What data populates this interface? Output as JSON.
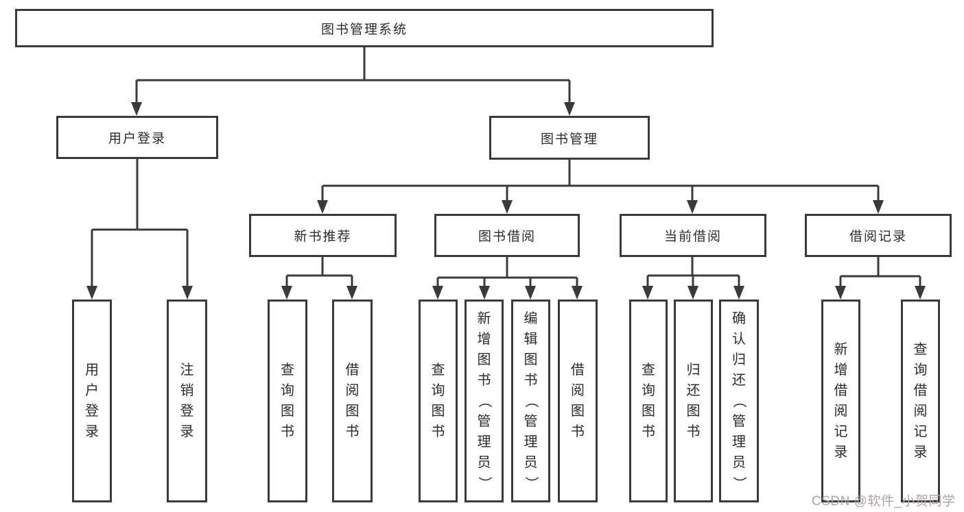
{
  "diagram": {
    "title": "图书管理系统",
    "watermark": "CSDN @软件_小贺同学",
    "colors": {
      "background": "#ffffff",
      "line": "#3a3a3a",
      "box_border": "#3a3a3a",
      "text": "#2b2b2b",
      "watermark": "#b3a0a0"
    },
    "nodes": [
      {
        "id": "root",
        "label": "图书管理系统",
        "orientation": "horizontal",
        "parent": null
      },
      {
        "id": "user-login",
        "label": "用户登录",
        "orientation": "horizontal",
        "parent": "root"
      },
      {
        "id": "book-mgmt",
        "label": "图书管理",
        "orientation": "horizontal",
        "parent": "root"
      },
      {
        "id": "new-book-rec",
        "label": "新书推荐",
        "orientation": "horizontal",
        "parent": "book-mgmt"
      },
      {
        "id": "book-borrow",
        "label": "图书借阅",
        "orientation": "horizontal",
        "parent": "book-mgmt"
      },
      {
        "id": "current-borrow",
        "label": "当前借阅",
        "orientation": "horizontal",
        "parent": "book-mgmt"
      },
      {
        "id": "borrow-record",
        "label": "借阅记录",
        "orientation": "horizontal",
        "parent": "book-mgmt"
      },
      {
        "id": "login-leaf",
        "label": "用户登录",
        "orientation": "vertical",
        "parent": "user-login"
      },
      {
        "id": "logout-leaf",
        "label": "注销登录",
        "orientation": "vertical",
        "parent": "user-login"
      },
      {
        "id": "nb-query",
        "label": "查询图书",
        "orientation": "vertical",
        "parent": "new-book-rec"
      },
      {
        "id": "nb-borrow",
        "label": "借阅图书",
        "orientation": "vertical",
        "parent": "new-book-rec"
      },
      {
        "id": "bb-query",
        "label": "查询图书",
        "orientation": "vertical",
        "parent": "book-borrow"
      },
      {
        "id": "bb-add",
        "label": "新增图书（管理员）",
        "orientation": "vertical",
        "parent": "book-borrow"
      },
      {
        "id": "bb-edit",
        "label": "编辑图书（管理员）",
        "orientation": "vertical",
        "parent": "book-borrow"
      },
      {
        "id": "bb-borrow",
        "label": "借阅图书",
        "orientation": "vertical",
        "parent": "book-borrow"
      },
      {
        "id": "cb-query",
        "label": "查询图书",
        "orientation": "vertical",
        "parent": "current-borrow"
      },
      {
        "id": "cb-return",
        "label": "归还图书",
        "orientation": "vertical",
        "parent": "current-borrow"
      },
      {
        "id": "cb-confirm",
        "label": "确认归还（管理员）",
        "orientation": "vertical",
        "parent": "current-borrow"
      },
      {
        "id": "br-add",
        "label": "新增借阅记录",
        "orientation": "vertical",
        "parent": "borrow-record"
      },
      {
        "id": "br-query",
        "label": "查询借阅记录",
        "orientation": "vertical",
        "parent": "borrow-record"
      }
    ]
  }
}
